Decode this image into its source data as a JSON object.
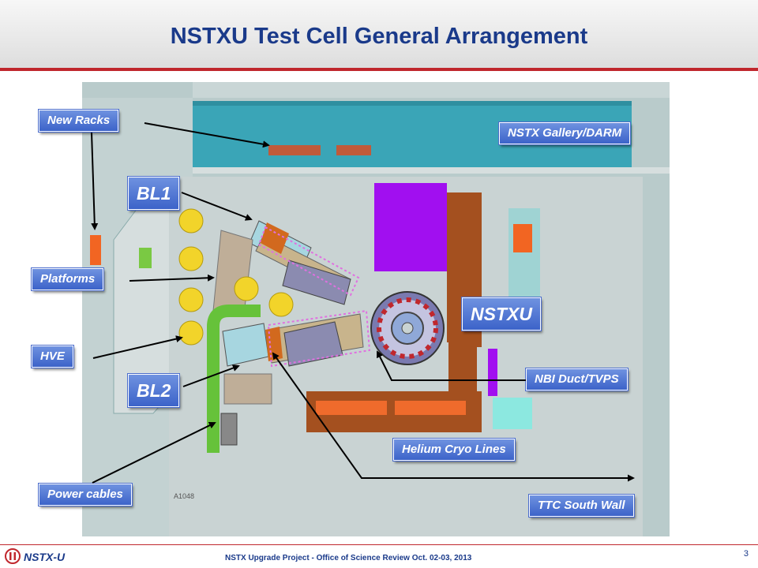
{
  "header": {
    "title": "NSTXU Test Cell General Arrangement"
  },
  "callouts": {
    "new_racks": "New Racks",
    "gallery": "NSTX Gallery/DARM",
    "bl1": "BL1",
    "platforms": "Platforms",
    "nstxu": "NSTXU",
    "hve": "HVE",
    "nbi": "NBI Duct/TVPS",
    "bl2": "BL2",
    "helium": "Helium Cryo Lines",
    "power": "Power cables",
    "ttc": "TTC South Wall"
  },
  "drawing": {
    "id_label": "A1048"
  },
  "footer": {
    "logo": "NSTX-U",
    "text": "NSTX Upgrade Project - Office of Science Review Oct. 02-03, 2013",
    "page": "3"
  },
  "colors": {
    "title": "#1a3a8a",
    "accent_red": "#c0272d",
    "callout_blue": "#4a6ccc",
    "floor": "#b4c8c8",
    "gallery_teal": "#37a6b8",
    "brown": "#a24c1f",
    "purple": "#a10ff0",
    "yellow": "#f2d42a",
    "green": "#66c23a"
  }
}
